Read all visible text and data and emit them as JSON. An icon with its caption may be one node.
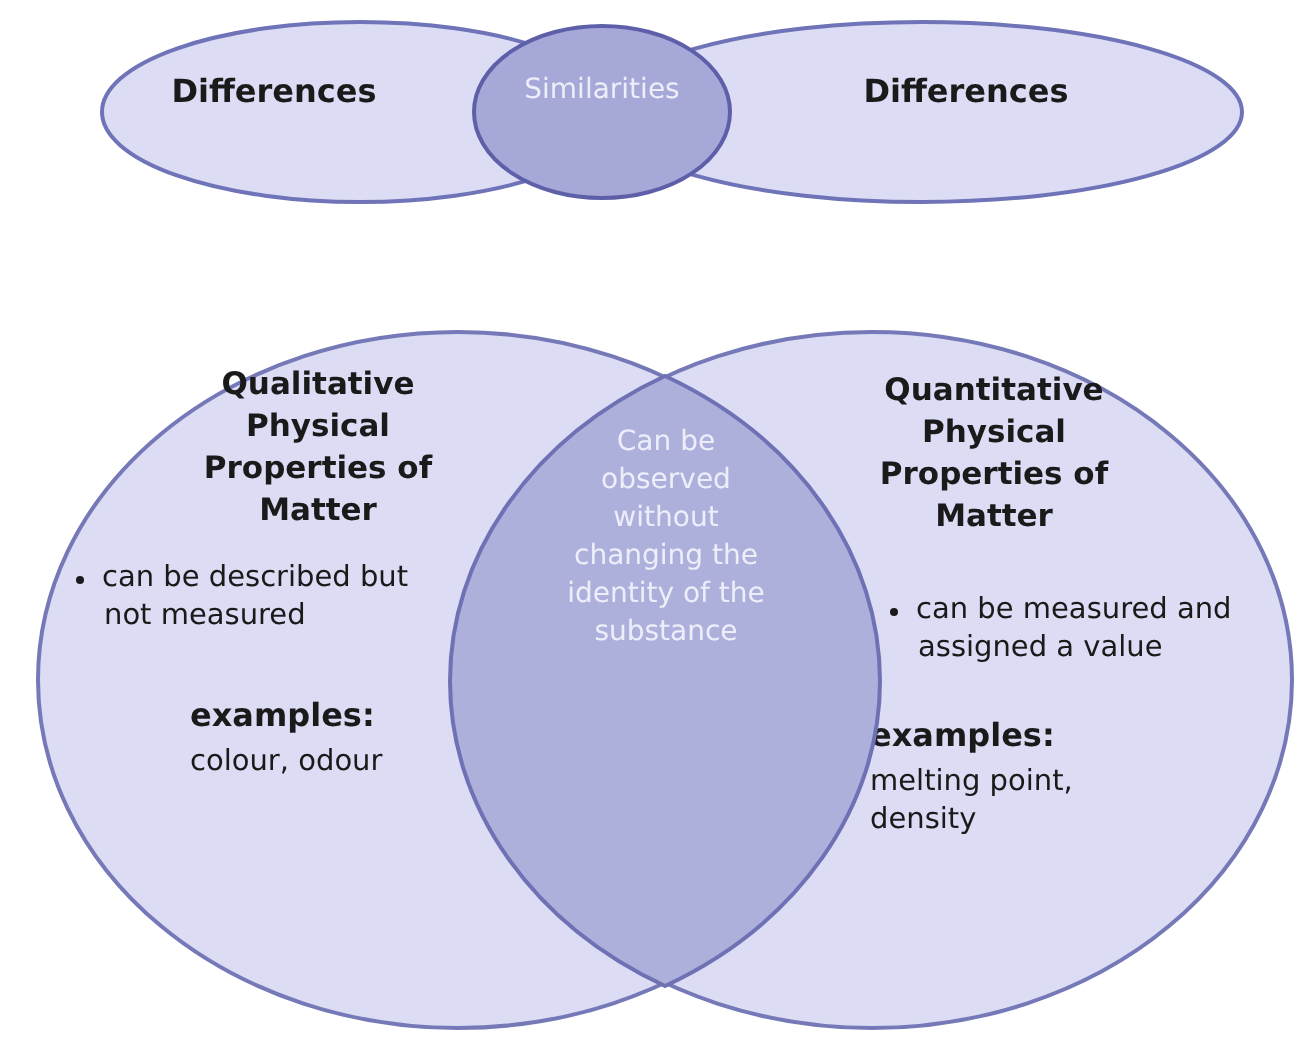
{
  "diagram": {
    "nodes": [
      {
        "text": [
          "Differences"
        ]
      },
      {
        "text": [
          "Differences"
        ]
      },
      {
        "text": [
          "Similarities"
        ]
      },
      {
        "text": [
          "Qualitative Physical Properties of Matter",
          "can be described but not measured",
          "examples:",
          "colour, odour"
        ]
      },
      {
        "text": [
          "Quantitative Physical Properties of Matter",
          "can be measured and assigned a value",
          "examples:",
          "melting point, density"
        ]
      },
      {
        "text": [
          "Can be observed without changing the identity of the substance"
        ]
      }
    ]
  }
}
